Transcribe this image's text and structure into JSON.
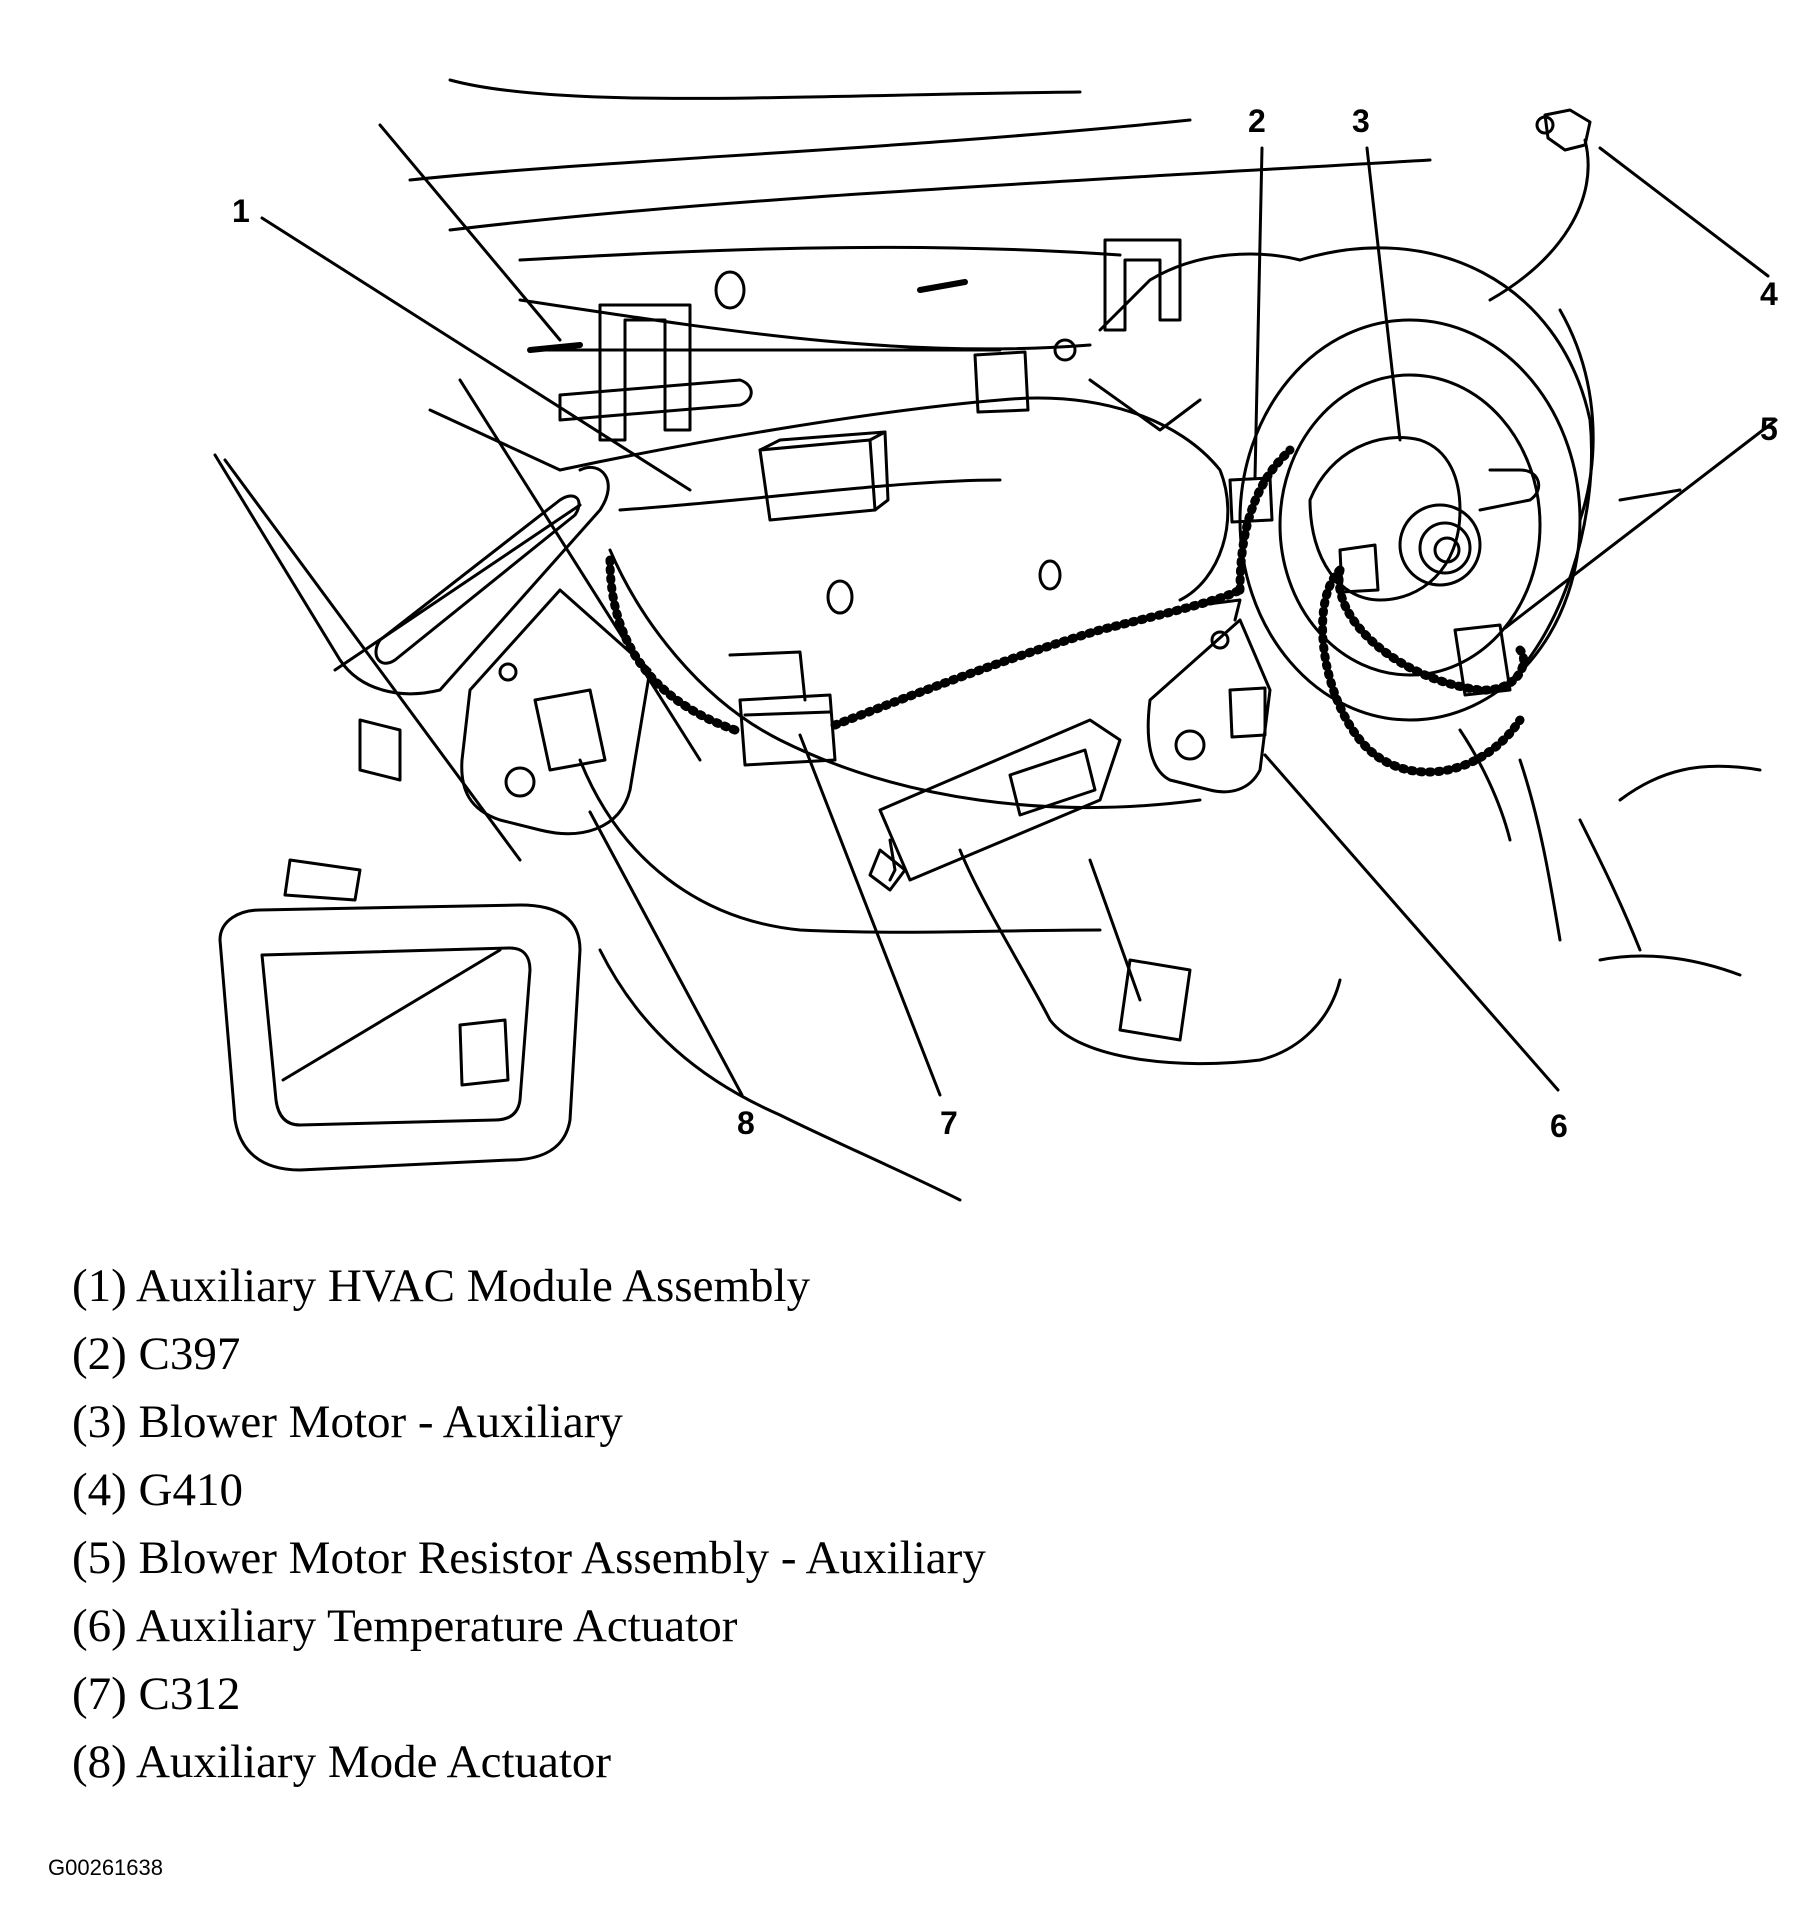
{
  "callouts": {
    "c1": "1",
    "c2": "2",
    "c3": "3",
    "c4": "4",
    "c5": "5",
    "c6": "6",
    "c7": "7",
    "c8": "8"
  },
  "legend": [
    "(1) Auxiliary HVAC Module Assembly",
    "(2) C397",
    "(3) Blower Motor - Auxiliary",
    "(4) G410",
    "(5) Blower Motor Resistor Assembly - Auxiliary",
    "(6) Auxiliary Temperature Actuator",
    "(7) C312",
    "(8) Auxiliary Mode Actuator"
  ],
  "figure_id": "G00261638",
  "colors": {
    "line": "#000000",
    "background": "#ffffff"
  }
}
